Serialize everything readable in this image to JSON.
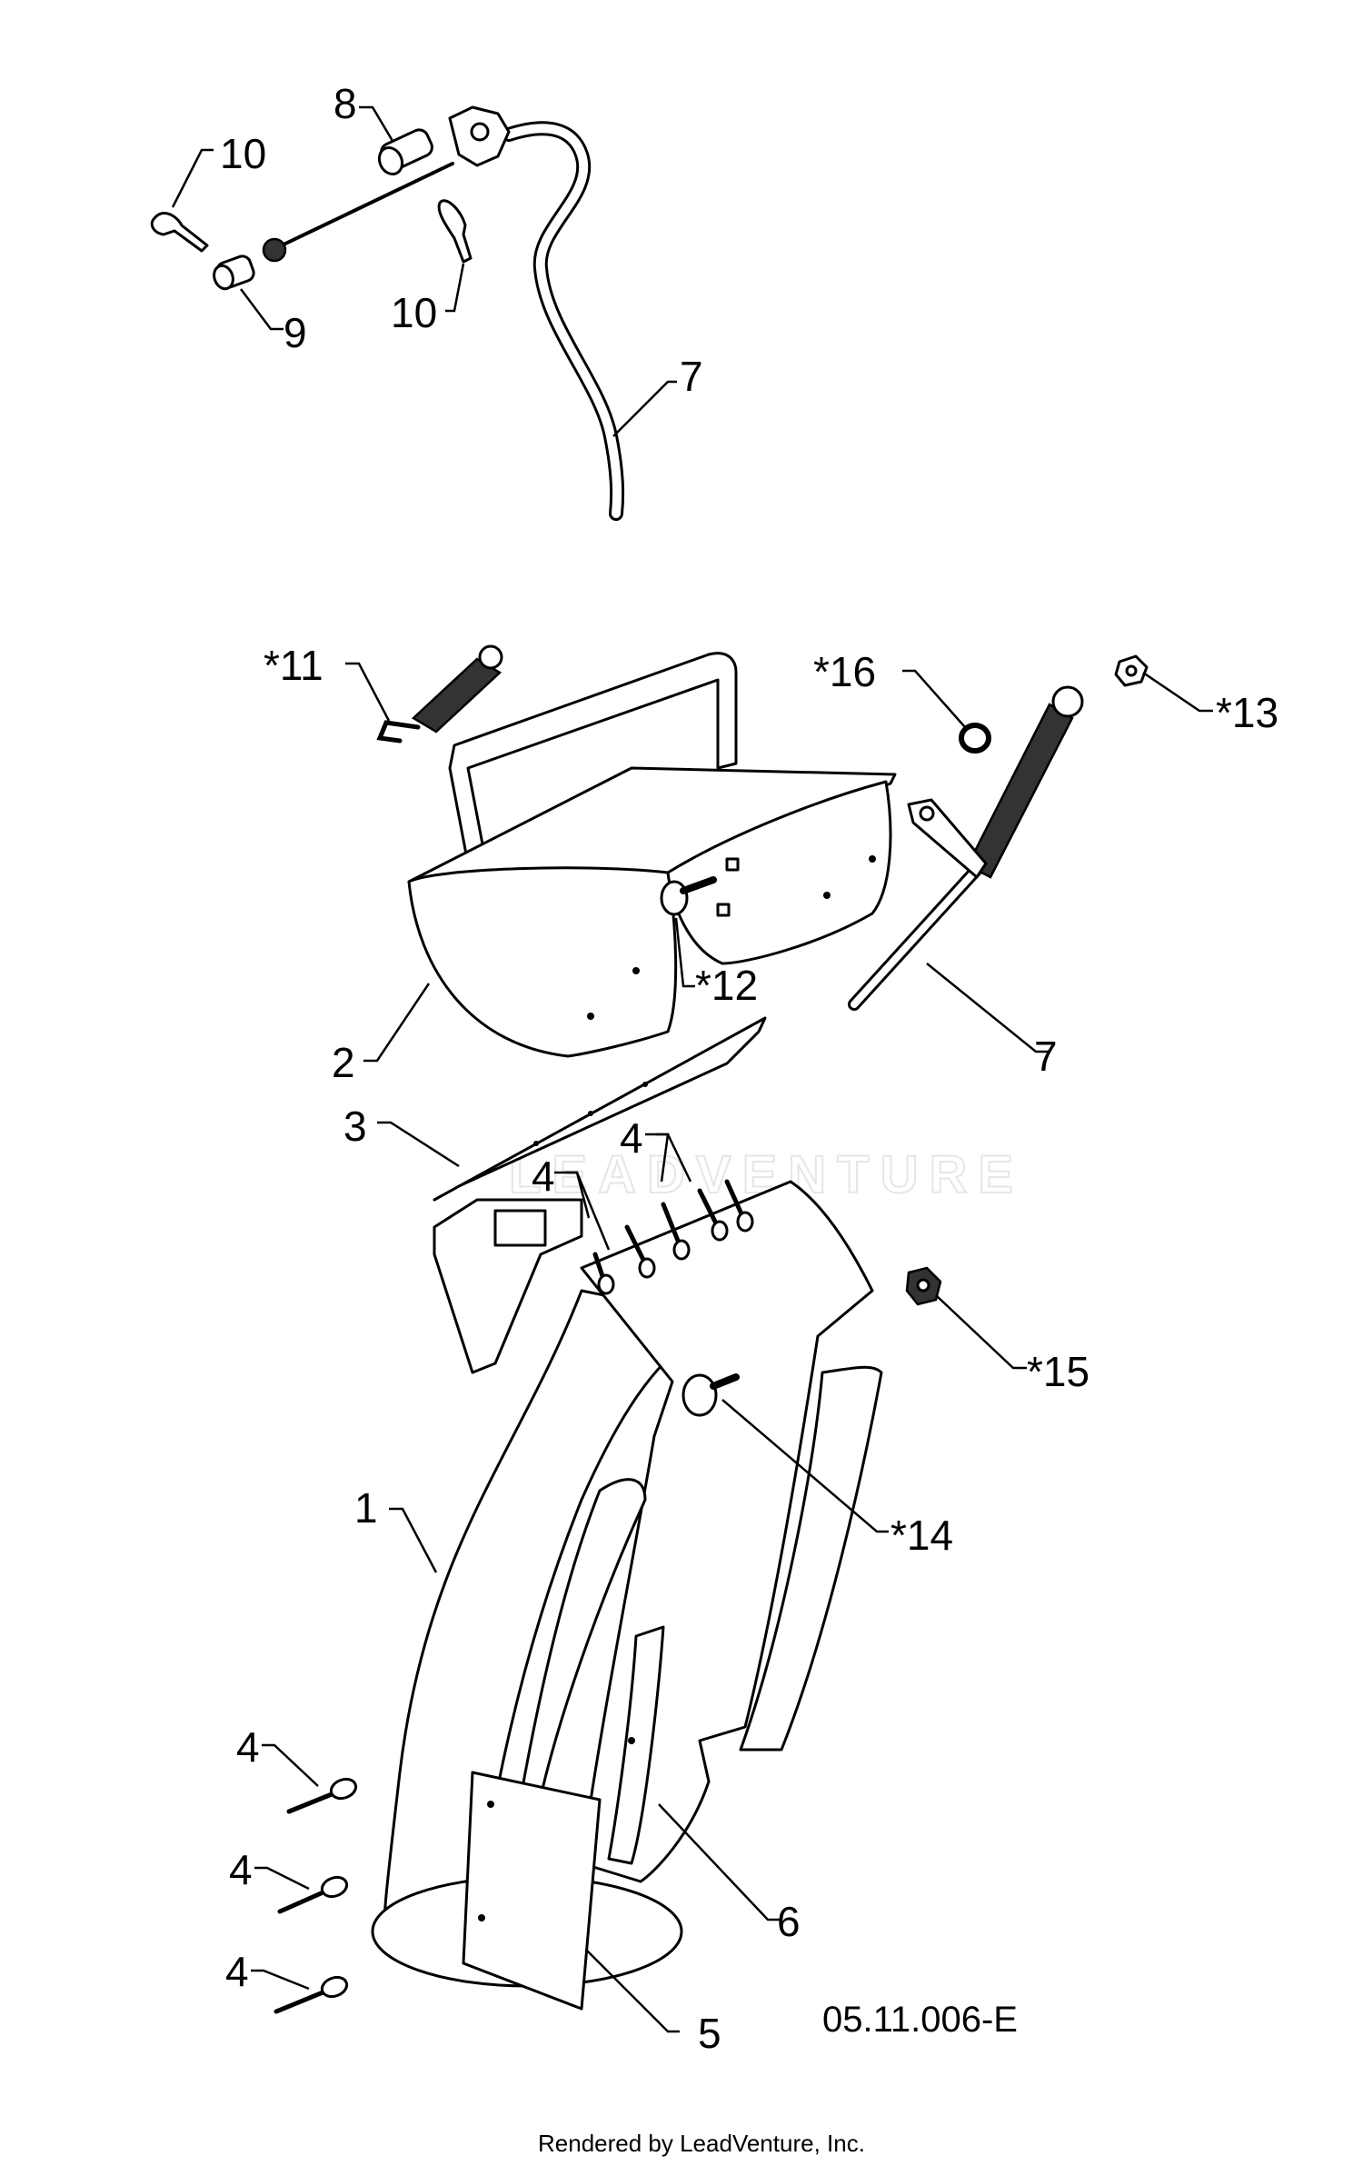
{
  "diagram": {
    "callouts": [
      {
        "id": "c8",
        "label": "8"
      },
      {
        "id": "c10a",
        "label": "10"
      },
      {
        "id": "c9",
        "label": "9"
      },
      {
        "id": "c10b",
        "label": "10"
      },
      {
        "id": "c7a",
        "label": "7"
      },
      {
        "id": "c11",
        "label": "*11"
      },
      {
        "id": "c16",
        "label": "*16"
      },
      {
        "id": "c13",
        "label": "*13"
      },
      {
        "id": "c2",
        "label": "2"
      },
      {
        "id": "c12",
        "label": "*12"
      },
      {
        "id": "c7b",
        "label": "7"
      },
      {
        "id": "c3",
        "label": "3"
      },
      {
        "id": "c4a",
        "label": "4"
      },
      {
        "id": "c4b",
        "label": "4"
      },
      {
        "id": "c15",
        "label": "*15"
      },
      {
        "id": "c1",
        "label": "1"
      },
      {
        "id": "c14",
        "label": "*14"
      },
      {
        "id": "c4c",
        "label": "4"
      },
      {
        "id": "c6",
        "label": "6"
      },
      {
        "id": "c4d",
        "label": "4"
      },
      {
        "id": "c4e",
        "label": "4"
      },
      {
        "id": "c5",
        "label": "5"
      }
    ],
    "drawing_number": "05.11.006-E",
    "footer": "Rendered by LeadVenture, Inc.",
    "watermark": "LEADVENTURE"
  }
}
